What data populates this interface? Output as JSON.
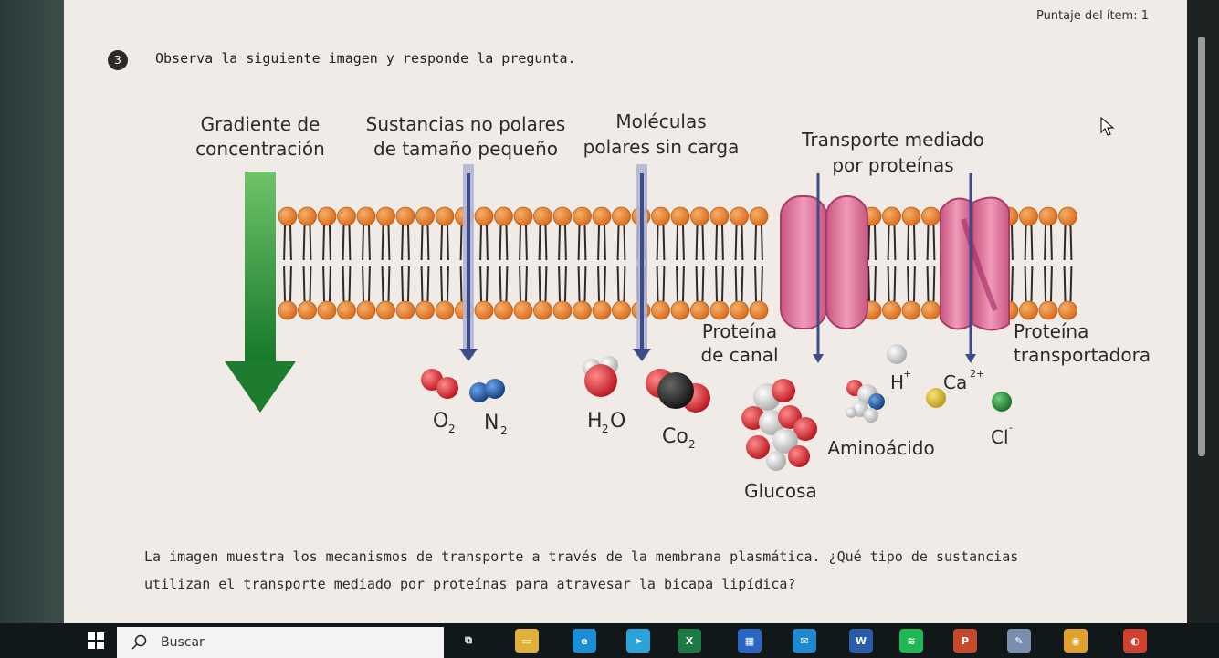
{
  "header": {
    "score": "Puntaje del ítem: 1",
    "question_number": "3",
    "question_prompt": "Observa la siguiente imagen y responde la pregunta."
  },
  "figure": {
    "labels": {
      "gradient_l1": "Gradiente de",
      "gradient_l2": "concentración",
      "nonpolar_l1": "Sustancias no  polares",
      "nonpolar_l2": "de tamaño pequeño",
      "polar_l1": "Moléculas",
      "polar_l2": "polares sin carga",
      "mediated_l1": "Transporte mediado",
      "mediated_l2": "por proteínas",
      "channel_l1": "Proteína",
      "channel_l2": "de canal",
      "carrier_l1": "Proteína",
      "carrier_l2": "transportadora",
      "o2": "O",
      "o2_sub": "2",
      "n2": "N",
      "n2_sub": "2",
      "h2o": "H",
      "h2o_sub": "2",
      "h2o_tail": "O",
      "co2": "Co",
      "co2_sub": "2",
      "glucose": "Glucosa",
      "amino": "Aminoácido",
      "hplus": "H",
      "hplus_sup": "+",
      "ca": "Ca",
      "ca_sup": "2+",
      "cl": "Cl",
      "cl_sup": "-"
    },
    "colors": {
      "lipid_head": "#e8822c",
      "lipid_tail": "#2f2a25",
      "protein": "#e37aa0",
      "gradient_arrow": "#1e8a2e",
      "diffusion_arrow": "#3a4c8a",
      "oxygen": "#d83038",
      "nitrogen": "#1f5aa8"
    }
  },
  "caption": {
    "line1": "La imagen muestra los mecanismos de transporte a través de la membrana plasmática. ¿Qué tipo de sustancias",
    "line2": "utilizan el transporte mediado por proteínas para atravesar la bicapa lipídica?"
  },
  "taskbar": {
    "search_placeholder": "Buscar",
    "apps": [
      {
        "name": "task-view",
        "color": "#10181a",
        "glyph": "⧉"
      },
      {
        "name": "file-explorer",
        "color": "#e0b13a",
        "glyph": "▭"
      },
      {
        "name": "edge",
        "color": "#1a8fd6",
        "glyph": "e"
      },
      {
        "name": "telegram",
        "color": "#2aa3dd",
        "glyph": "➤"
      },
      {
        "name": "excel",
        "color": "#1d7a44",
        "glyph": "X"
      },
      {
        "name": "store",
        "color": "#2a66c4",
        "glyph": "▦"
      },
      {
        "name": "mail",
        "color": "#1f8ad0",
        "glyph": "✉"
      },
      {
        "name": "word",
        "color": "#2a5caa",
        "glyph": "W"
      },
      {
        "name": "spotify",
        "color": "#1db954",
        "glyph": "≋"
      },
      {
        "name": "powerpoint",
        "color": "#c54a2c",
        "glyph": "P"
      },
      {
        "name": "paint",
        "color": "#7a8fb0",
        "glyph": "✎"
      },
      {
        "name": "chrome",
        "color": "#e0a22a",
        "glyph": "◉"
      },
      {
        "name": "other-app",
        "color": "#d0412f",
        "glyph": "◐"
      }
    ]
  }
}
